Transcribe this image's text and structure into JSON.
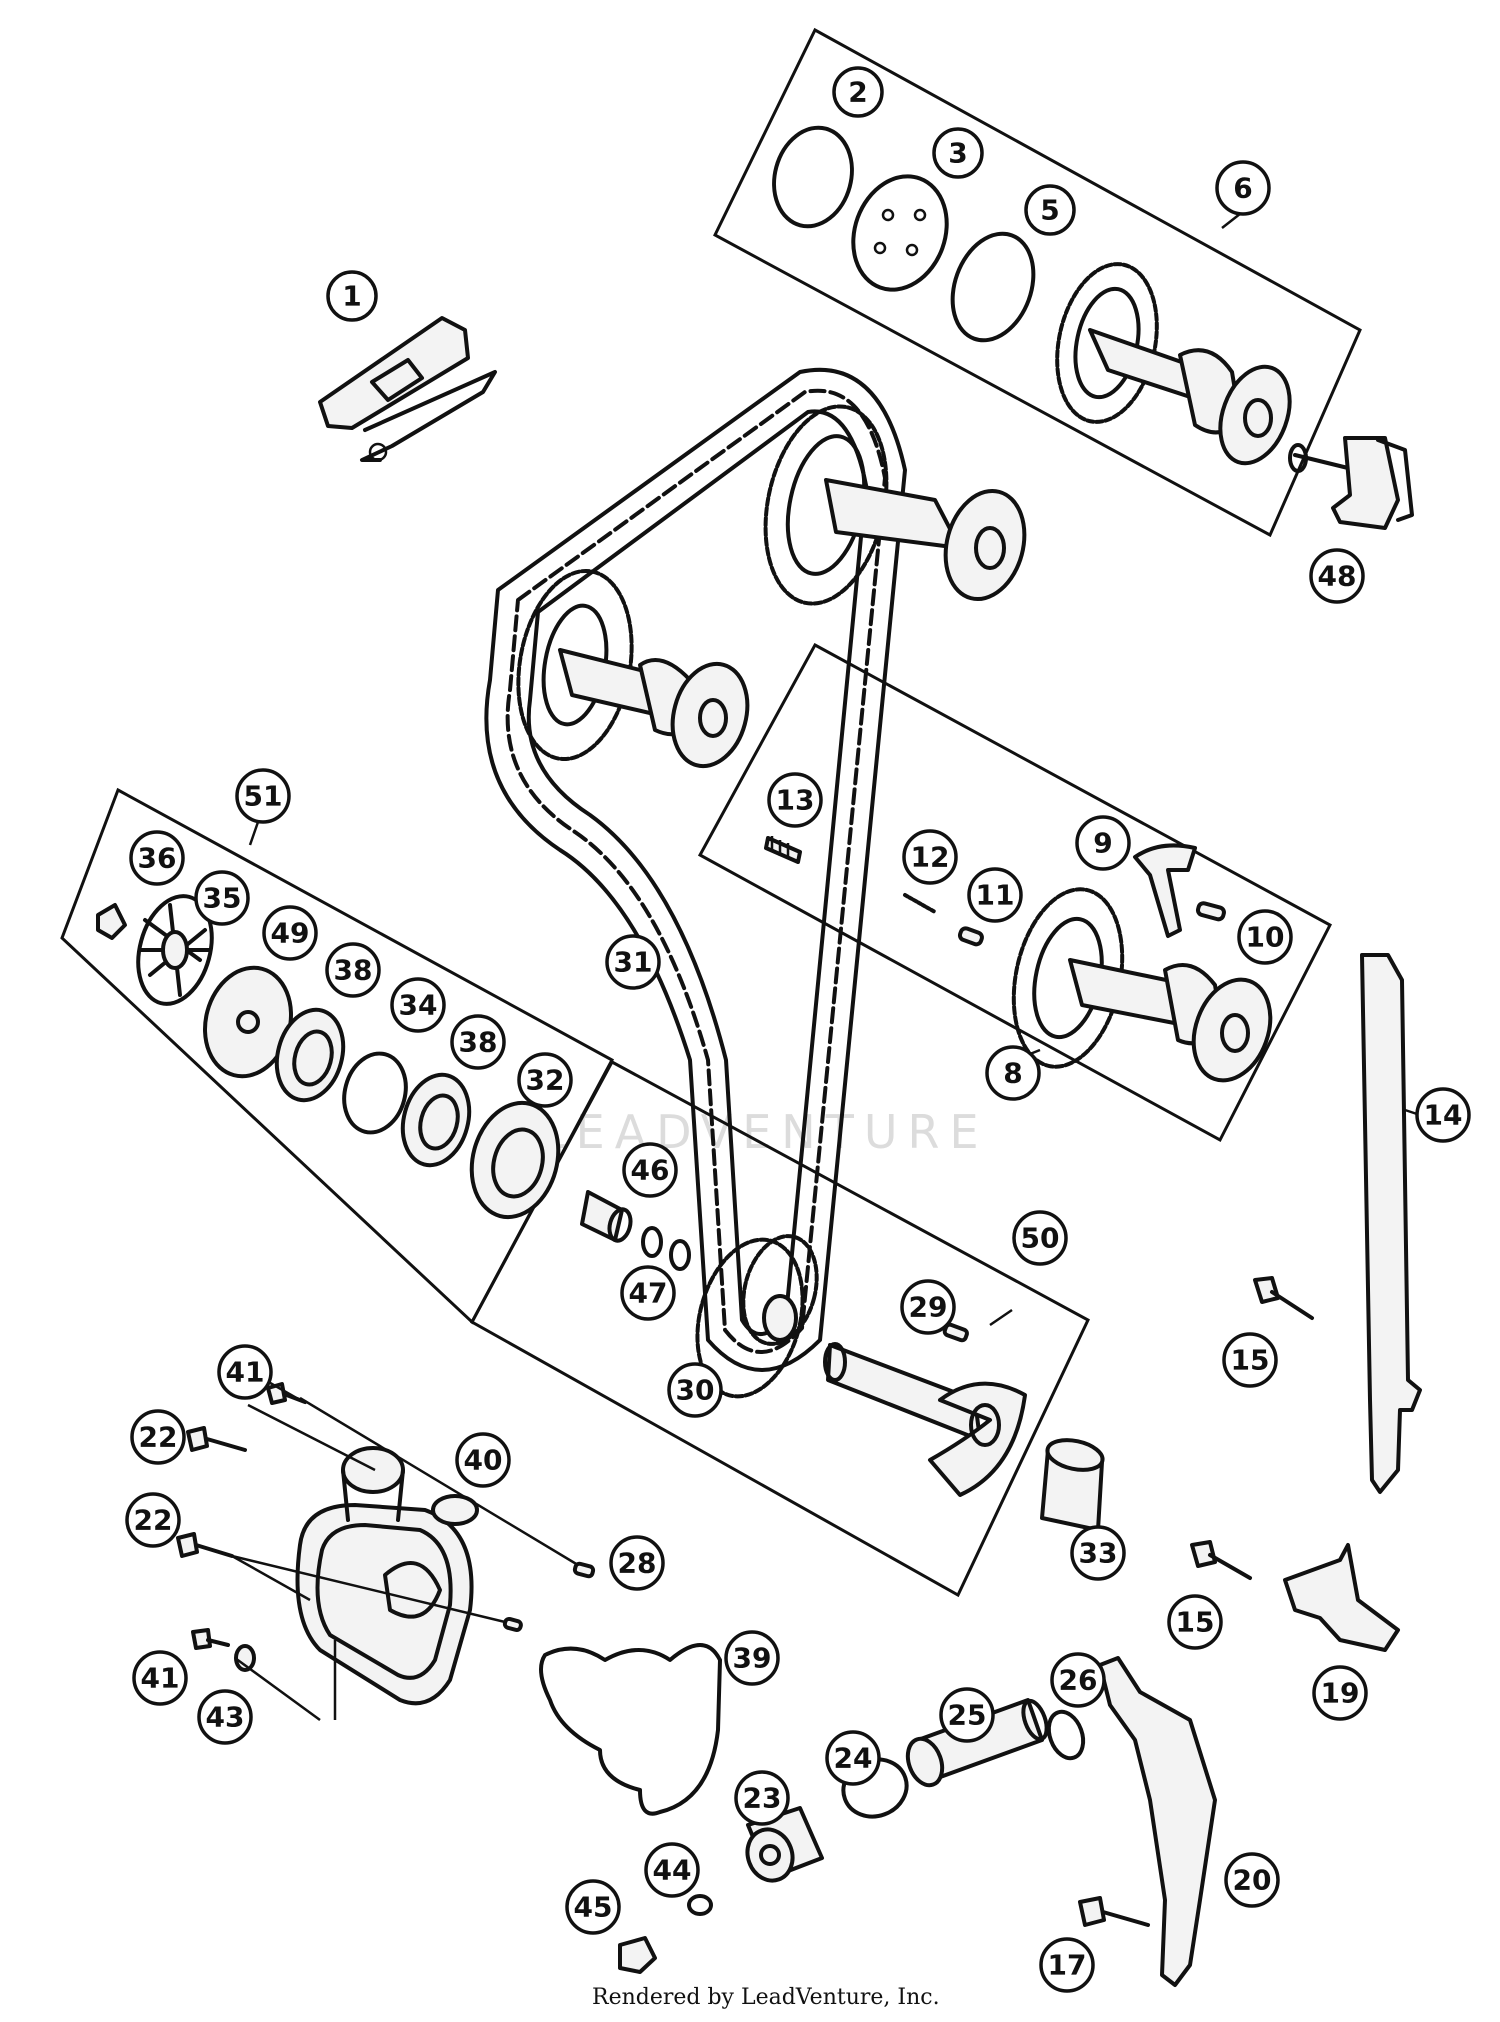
{
  "footer": "Rendered by LeadVenture, Inc.",
  "watermark": "LEADVENTURE",
  "callouts": [
    {
      "label": "1"
    },
    {
      "label": "2"
    },
    {
      "label": "3"
    },
    {
      "label": "5"
    },
    {
      "label": "6"
    },
    {
      "label": "48"
    },
    {
      "label": "13"
    },
    {
      "label": "12"
    },
    {
      "label": "11"
    },
    {
      "label": "9"
    },
    {
      "label": "10"
    },
    {
      "label": "8"
    },
    {
      "label": "14"
    },
    {
      "label": "51"
    },
    {
      "label": "36"
    },
    {
      "label": "35"
    },
    {
      "label": "49"
    },
    {
      "label": "38"
    },
    {
      "label": "34"
    },
    {
      "label": "38"
    },
    {
      "label": "32"
    },
    {
      "label": "31"
    },
    {
      "label": "46"
    },
    {
      "label": "47"
    },
    {
      "label": "50"
    },
    {
      "label": "29"
    },
    {
      "label": "30"
    },
    {
      "label": "15"
    },
    {
      "label": "41"
    },
    {
      "label": "22"
    },
    {
      "label": "40"
    },
    {
      "label": "22"
    },
    {
      "label": "28"
    },
    {
      "label": "33"
    },
    {
      "label": "15"
    },
    {
      "label": "19"
    },
    {
      "label": "39"
    },
    {
      "label": "41"
    },
    {
      "label": "43"
    },
    {
      "label": "26"
    },
    {
      "label": "25"
    },
    {
      "label": "24"
    },
    {
      "label": "23"
    },
    {
      "label": "20"
    },
    {
      "label": "44"
    },
    {
      "label": "45"
    },
    {
      "label": "17"
    }
  ]
}
